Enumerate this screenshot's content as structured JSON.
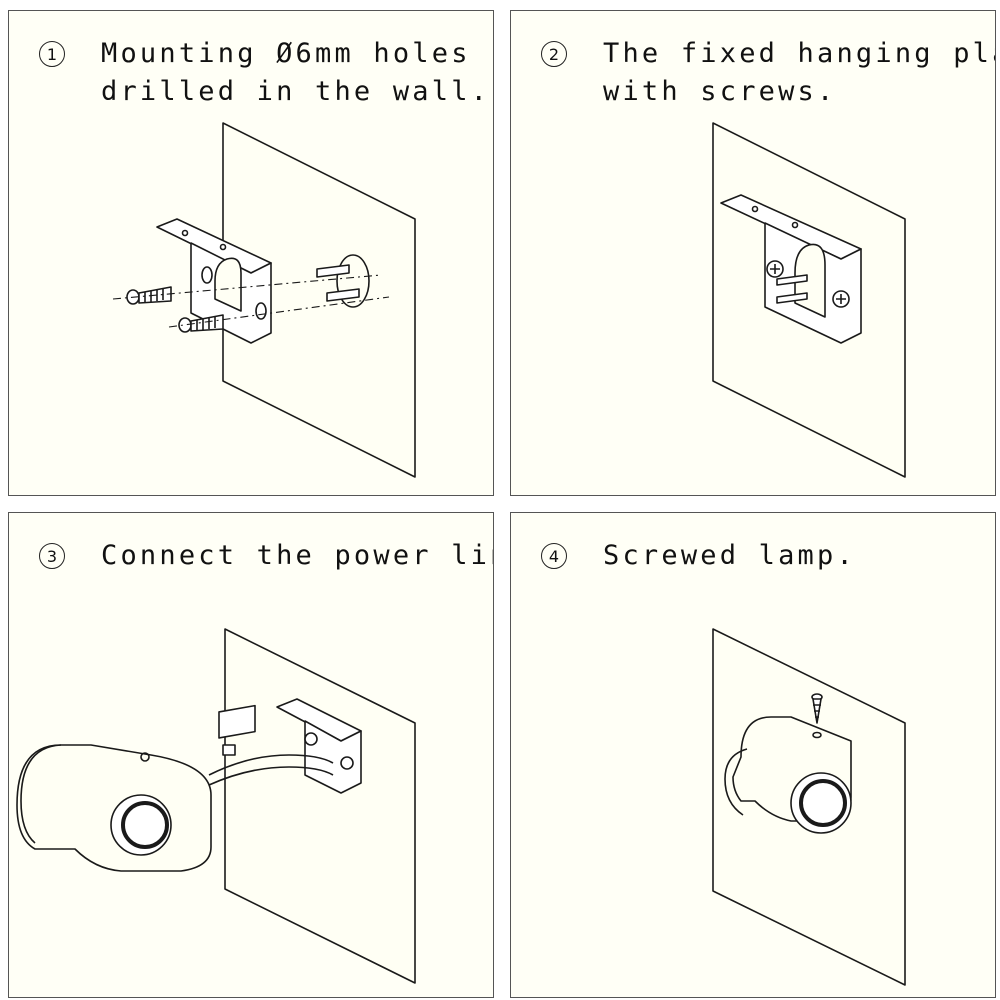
{
  "steps": [
    {
      "number": "1",
      "line1": "Mounting Ø6mm holes",
      "line2": "drilled in the wall."
    },
    {
      "number": "2",
      "line1": "The fixed hanging plate",
      "line2": "with screws."
    },
    {
      "number": "3",
      "line1": "Connect the power line.",
      "line2": ""
    },
    {
      "number": "4",
      "line1": "Screwed lamp.",
      "line2": ""
    }
  ],
  "colors": {
    "line": "#1a1a1a",
    "wall": "#fffff4",
    "panel_border": "#555555"
  }
}
